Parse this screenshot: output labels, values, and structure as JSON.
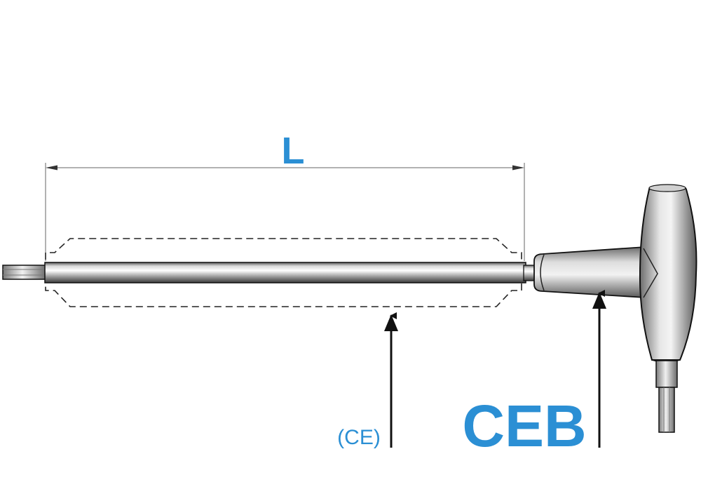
{
  "labels": {
    "dimension": "L",
    "coating": "(CE)",
    "model": "CEB"
  },
  "colors": {
    "accent_blue": "#2b8fd4",
    "outline": "#111111",
    "dimension_line": "#555555",
    "metal_light": "#eeeeee",
    "metal_dark": "#555555"
  }
}
